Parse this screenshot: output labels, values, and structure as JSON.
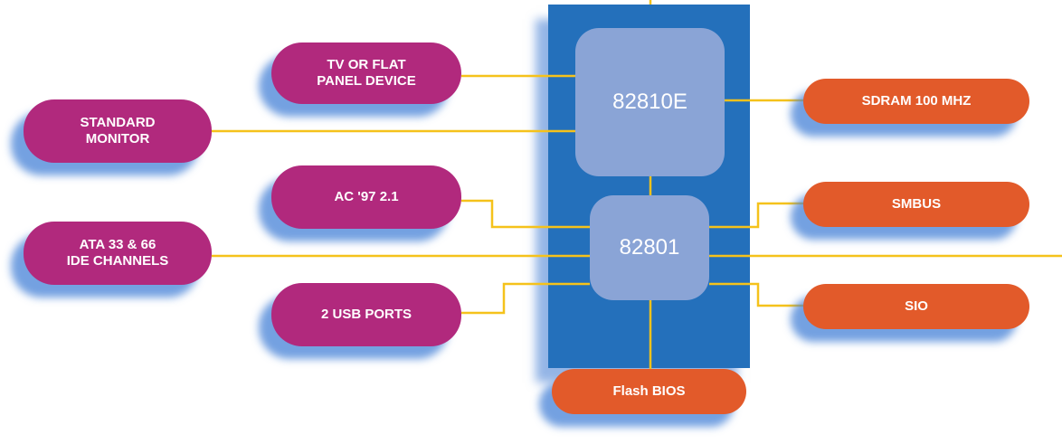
{
  "diagram": {
    "chipset": {
      "north_bridge": "82810E",
      "south_bridge": "82801"
    },
    "left_devices": [
      {
        "label": "TV OR FLAT PANEL DEVICE",
        "line1": "TV OR FLAT",
        "line2": "PANEL DEVICE",
        "connects_to": "82810E"
      },
      {
        "label": "STANDARD MONITOR",
        "line1": "STANDARD",
        "line2": "MONITOR",
        "connects_to": "82810E"
      },
      {
        "label": "AC '97 2.1",
        "line1": "AC '97 2.1",
        "connects_to": "82801"
      },
      {
        "label": "ATA 33 & 66 IDE CHANNELS",
        "line1": "ATA 33 & 66",
        "line2": "IDE CHANNELS",
        "connects_to": "82801"
      },
      {
        "label": "2 USB PORTS",
        "line1": "2 USB PORTS",
        "connects_to": "82801"
      }
    ],
    "right_devices": [
      {
        "label": "SDRAM 100 MHZ",
        "connects_to": "82810E"
      },
      {
        "label": "SMBUS",
        "connects_to": "82801"
      },
      {
        "label": "SIO",
        "connects_to": "82801"
      }
    ],
    "bottom_device": {
      "label": "Flash BIOS",
      "connects_to": "82801"
    },
    "colors": {
      "board": "#2470bb",
      "chip": "#8aa4d6",
      "input_device": "#b1297d",
      "memory_io_device": "#e25a2a",
      "connector": "#f5c21b",
      "shadow": "#4f8ad6"
    }
  }
}
